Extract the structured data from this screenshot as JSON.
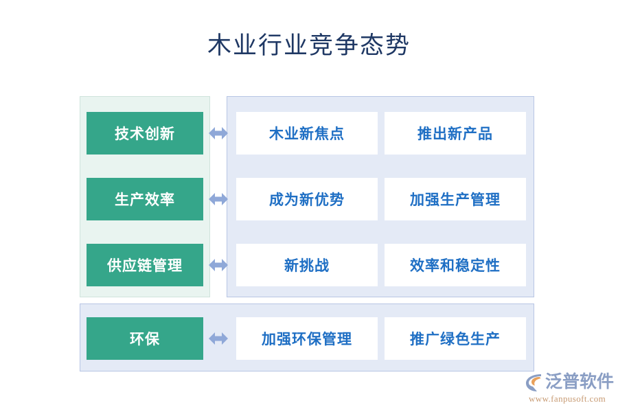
{
  "page": {
    "title": "木业行业竞争态势",
    "title_color": "#1f3864",
    "background": "#ffffff"
  },
  "theme": {
    "category_fill": "#35a68a",
    "category_text": "#ffffff",
    "item_fill": "#ffffff",
    "item_text": "#1f6fc4",
    "panel_left_bg": "#e9f4f0",
    "panel_left_border": "#cfe3dc",
    "panel_right_bg": "#e4eaf6",
    "panel_right_border": "#b7c5e4",
    "arrow_color": "#8fa8d8"
  },
  "matrix": {
    "rows": [
      {
        "category": "技术创新",
        "arrow": "double-arrow-icon",
        "items": [
          "木业新焦点",
          "推出新产品"
        ]
      },
      {
        "category": "生产效率",
        "arrow": "double-arrow-icon",
        "items": [
          "成为新优势",
          "加强生产管理"
        ]
      },
      {
        "category": "供应链管理",
        "arrow": "double-arrow-icon",
        "items": [
          "新挑战",
          "效率和稳定性"
        ]
      },
      {
        "category": "环保",
        "arrow": "double-arrow-icon",
        "items": [
          "加强环保管理",
          "推广绿色生产"
        ]
      }
    ]
  },
  "logo": {
    "mark": "fanpu-swoosh-icon",
    "name": "泛普软件",
    "url": "www.fanpusoft.com",
    "name_color": "#8a9ec4",
    "url_color": "#c79a72"
  }
}
